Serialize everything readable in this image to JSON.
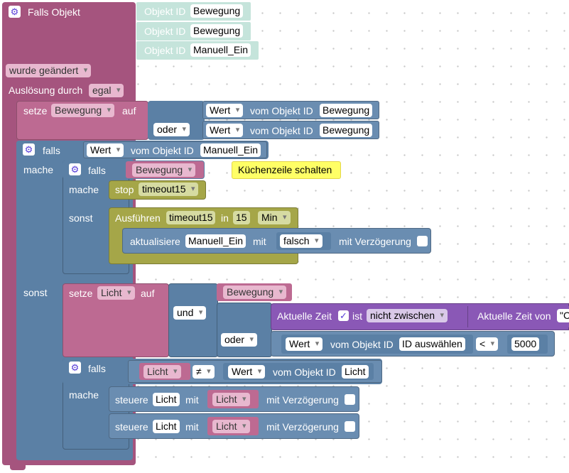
{
  "trigger": {
    "header": "Falls Objekt",
    "object_id_label": "Objekt ID",
    "objects": [
      "Bewegung",
      "Bewegung",
      "Manuell_Ein"
    ],
    "changed": "wurde geändert",
    "ausloesung_label": "Auslösung durch",
    "ausloesung_value": "egal"
  },
  "setze1": {
    "setze": "setze",
    "var": "Bewegung",
    "auf": "auf",
    "oder": "oder",
    "wert": "Wert",
    "vom": "vom Objekt ID",
    "obj1": "Bewegung",
    "obj2": "Bewegung"
  },
  "falls1": {
    "falls": "falls",
    "wert": "Wert",
    "vom": "vom Objekt ID",
    "obj": "Manuell_Ein",
    "mache": "mache",
    "sonst": "sonst"
  },
  "falls2": {
    "falls": "falls",
    "var": "Bewegung",
    "comment": "Küchenzeile schalten",
    "mache": "mache",
    "stop": "stop",
    "timer": "timeout15",
    "sonst": "sonst",
    "ausfuehren": "Ausführen",
    "timer2": "timeout15",
    "in": "in",
    "delay": "15",
    "unit": "Min",
    "aktualisiere": "aktualisiere",
    "target": "Manuell_Ein",
    "mit": "mit",
    "value": "falsch",
    "verz": "mit Verzögerung"
  },
  "setze2": {
    "setze": "setze",
    "var": "Licht",
    "auf": "auf",
    "und": "und",
    "bewegung": "Bewegung",
    "aktuelle_zeit": "Aktuelle Zeit",
    "ist": "ist",
    "cmp": "nicht zwischen",
    "aktuelle_zeit_von": "Aktuelle Zeit von",
    "cut_quote": "\"C",
    "oder": "oder",
    "wert": "Wert",
    "vom": "vom Objekt ID",
    "obj": "ID auswählen",
    "op": "<",
    "num": "5000"
  },
  "falls3": {
    "falls": "falls",
    "var": "Licht",
    "op": "≠",
    "wert": "Wert",
    "vom": "vom Objekt ID",
    "obj": "Licht",
    "mache": "mache",
    "steuere": "steuere",
    "target1": "Licht",
    "mit": "mit",
    "val1": "Licht",
    "verz": "mit Verzögerung",
    "target2": "Licht",
    "val2": "Licht"
  },
  "colors": {
    "trigger": "#a5547e",
    "logic": "#5b80a5",
    "timer": "#a5a648",
    "time": "#8a58b6",
    "object_id": "#c5e4db",
    "comment": "#ffff66"
  }
}
